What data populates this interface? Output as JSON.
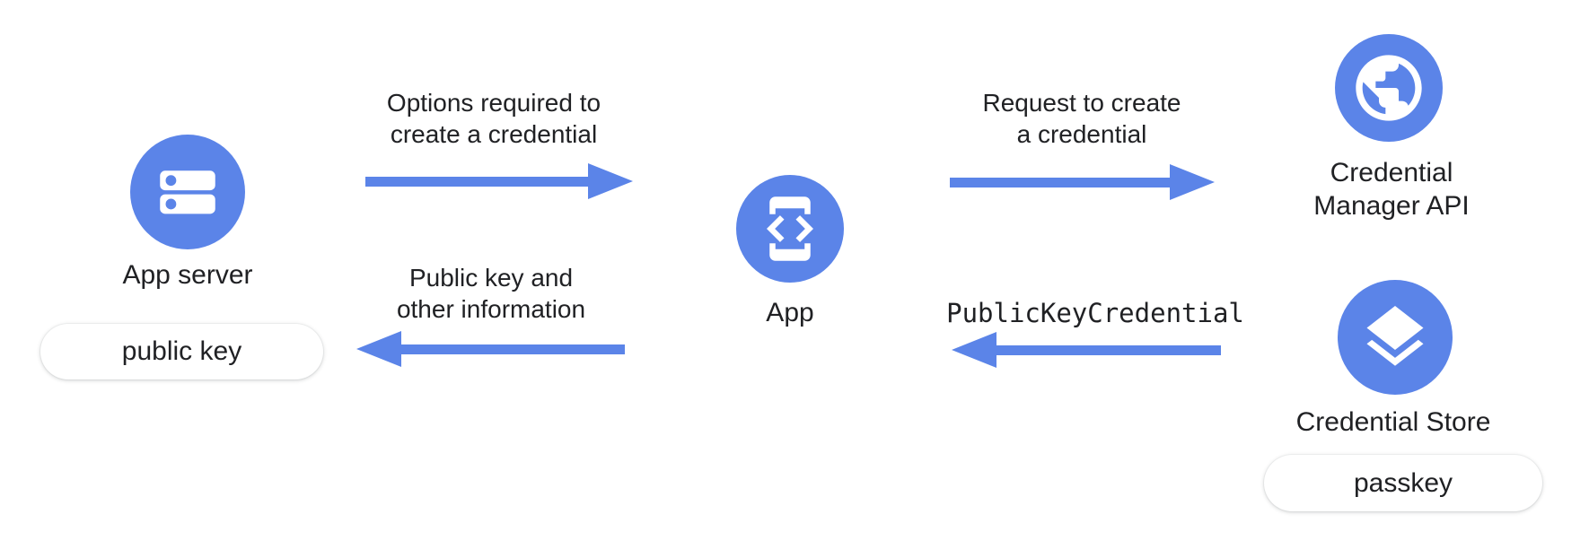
{
  "diagram": {
    "background": "#ffffff",
    "accent_blue": "#5b84e8",
    "text_color": "#202124",
    "pill_background": "#ffffff"
  },
  "nodes": {
    "app_server": {
      "label": "App server",
      "tag": "public key",
      "icon": "server-icon"
    },
    "app": {
      "label": "App",
      "icon": "phone-code-icon"
    },
    "credential_manager": {
      "label_line1": "Credential",
      "label_line2": "Manager API",
      "icon": "globe-icon"
    },
    "credential_store": {
      "label": "Credential Store",
      "tag": "passkey",
      "icon": "layers-icon"
    }
  },
  "arrows": {
    "options": {
      "label_line1": "Options required to",
      "label_line2": "create a credential",
      "direction": "right"
    },
    "request": {
      "label_line1": "Request to create",
      "label_line2": "a credential",
      "direction": "right"
    },
    "pkc": {
      "label": "PublicKeyCredential",
      "direction": "left"
    },
    "pubkey_info": {
      "label_line1": "Public key and",
      "label_line2": "other information",
      "direction": "left"
    }
  }
}
